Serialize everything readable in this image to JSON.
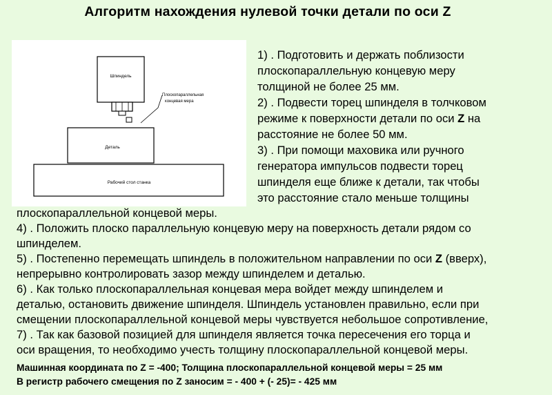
{
  "title": "Алгоритм нахождения нулевой точки детали по оси Z",
  "figure": {
    "spindle_label": "Шпиндель",
    "gauge_label_line1": "Плоскопараллельная",
    "gauge_label_line2": "концевая мера",
    "part_label": "Деталь",
    "table_label": "Рабочий стол станка"
  },
  "steps": {
    "s1_l1": "1) . Подготовить и держать поблизости",
    "s1_l2": "плоскопараллельную концевую меру",
    "s1_l3": "толщиной не более 25 мм.",
    "s2_l1": "2) . Подвести торец шпинделя в толчковом",
    "s2_l2a": "режиме к поверхности детали по оси ",
    "s2_l2b": "Z",
    "s2_l2c": " на",
    "s2_l3": "расстояние не более 50 мм.",
    "s3_l1": "3) . При помощи маховика или ручного",
    "s3_l2": "генератора импульсов подвести торец",
    "s3_l3": "шпинделя еще ближе к детали, так чтобы",
    "s3_l4": "это расстояние стало меньше толщины",
    "s3_l5": "плоскопараллельной концевой меры.",
    "s4_l1": "4) . Положить плоско параллельную концевую меру на поверхность детали рядом со",
    "s4_l2": "шпинделем.",
    "s5_l1a": "5) . Постепенно перемещать шпиндель в положительном направлении по оси ",
    "s5_l1b": "Z",
    "s5_l1c": " (вверх),",
    "s5_l2": "непрерывно контролировать зазор между шпинделем и деталью.",
    "s6_l1": "6) . Как только плоскопараллельная концевая мера войдет между шпинделем и",
    "s6_l2": "деталью, остановить движение шпинделя. Шпиндель установлен правильно, если при",
    "s6_l3": "смещении плоскопараллельной концевой меры чувствуется небольшое сопротивление,",
    "s7_l1": "7) . Так как базовой позицией для шпинделя является точка пересечения его торца и",
    "s7_l2": "оси вращения, то необходимо учесть толщину плоскопараллельной концевой меры."
  },
  "bottom": {
    "line1": "Машинная координата по Z = -400; Толщина плоскопараллельной концевой меры = 25 мм",
    "line2": "В регистр рабочего смещения по Z заносим = - 400 + (- 25)= - 425 мм"
  }
}
